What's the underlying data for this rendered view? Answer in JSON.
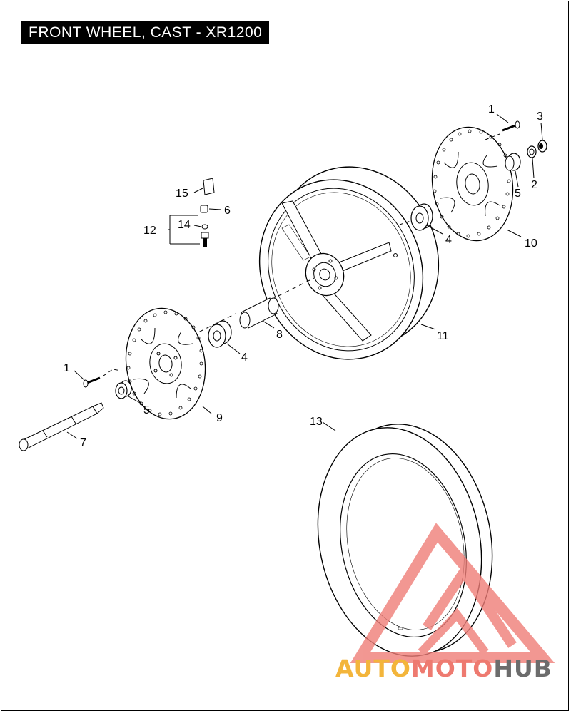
{
  "title": "FRONT WHEEL, CAST - XR1200",
  "labels": {
    "l1a": "1",
    "l3": "3",
    "l2": "2",
    "l5a": "5",
    "l4a": "4",
    "l10": "10",
    "l15": "15",
    "l6": "6",
    "l12": "12",
    "l14": "14",
    "l8": "8",
    "l11": "11",
    "l4b": "4",
    "l1b": "1",
    "l5b": "5",
    "l9": "9",
    "l7": "7",
    "l13": "13"
  },
  "watermark": {
    "part1": "AUTO",
    "part2": "MOTO",
    "part3": "HUB",
    "colors": {
      "auto": "#f3b53b",
      "moto": "#ee7a70",
      "hub": "#6c6c6c",
      "triangle": "#ef7e78"
    }
  }
}
